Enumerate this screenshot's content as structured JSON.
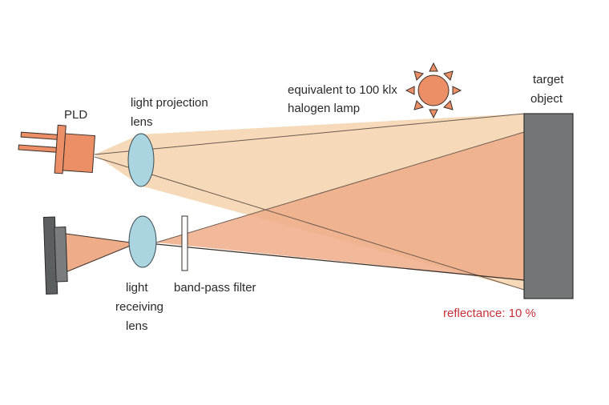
{
  "labels": {
    "pld": "PLD",
    "projection_lens_1": "light projection",
    "projection_lens_2": "lens",
    "lamp_1": "equivalent to 100 klx",
    "lamp_2": "halogen lamp",
    "target_1": "target",
    "target_2": "object",
    "receiving_1": "light",
    "receiving_2": "receiving",
    "receiving_3": "lens",
    "filter": "band-pass filter",
    "reflectance": "reflectance: 10 %"
  },
  "colors": {
    "projection_beam": "#f5d9b8",
    "receiving_beam": "#eeac88",
    "overlap": "#f1bf95",
    "lens": "#a9d4e0",
    "pld": "#ec8f67",
    "detector_dark": "#5c5f60",
    "detector_light": "#7a7d7e",
    "target": "#737677",
    "sun": "#ec8f67",
    "reflectance_text": "#c8313a"
  }
}
